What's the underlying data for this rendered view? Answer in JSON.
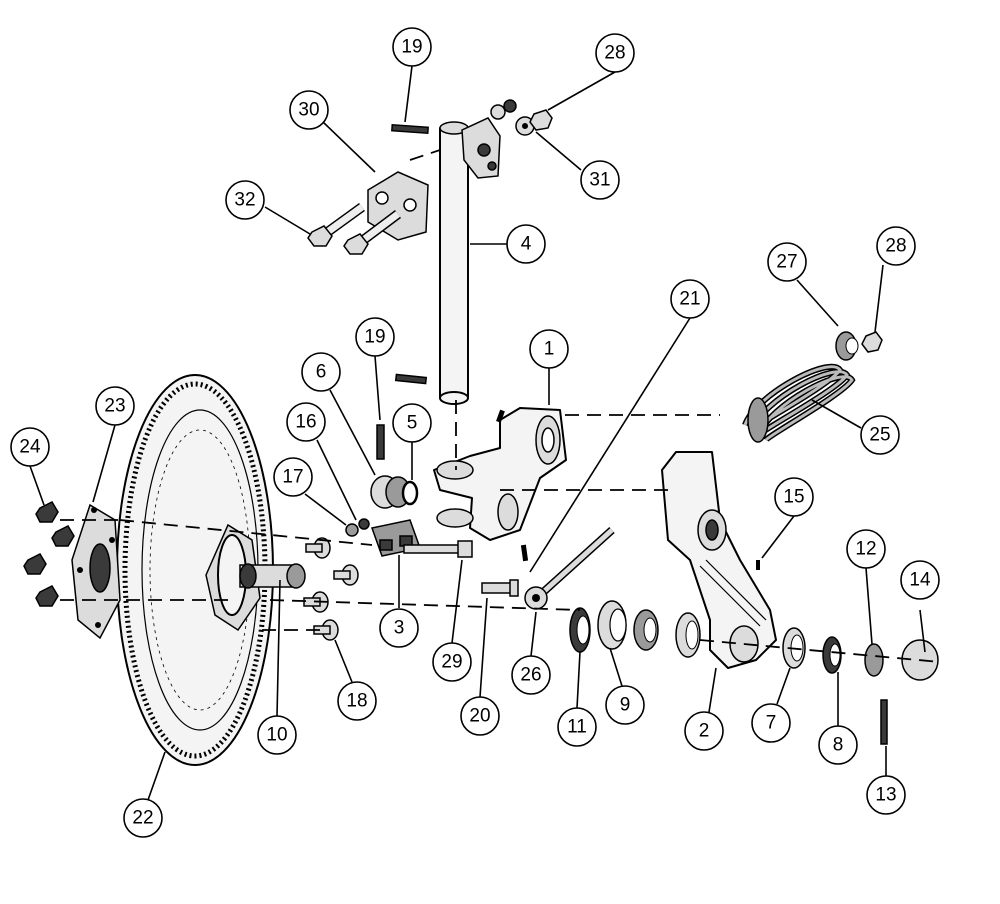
{
  "callouts": [
    {
      "label": "1"
    },
    {
      "label": "2"
    },
    {
      "label": "3"
    },
    {
      "label": "4"
    },
    {
      "label": "5"
    },
    {
      "label": "6"
    },
    {
      "label": "7"
    },
    {
      "label": "8"
    },
    {
      "label": "9"
    },
    {
      "label": "10"
    },
    {
      "label": "11"
    },
    {
      "label": "12"
    },
    {
      "label": "13"
    },
    {
      "label": "14"
    },
    {
      "label": "15"
    },
    {
      "label": "16"
    },
    {
      "label": "17"
    },
    {
      "label": "18"
    },
    {
      "label": "19"
    },
    {
      "label": "19"
    },
    {
      "label": "20"
    },
    {
      "label": "21"
    },
    {
      "label": "22"
    },
    {
      "label": "23"
    },
    {
      "label": "24"
    },
    {
      "label": "25"
    },
    {
      "label": "26"
    },
    {
      "label": "27"
    },
    {
      "label": "28"
    },
    {
      "label": "28"
    },
    {
      "label": "29"
    },
    {
      "label": "30"
    },
    {
      "label": "31"
    },
    {
      "label": "32"
    }
  ]
}
